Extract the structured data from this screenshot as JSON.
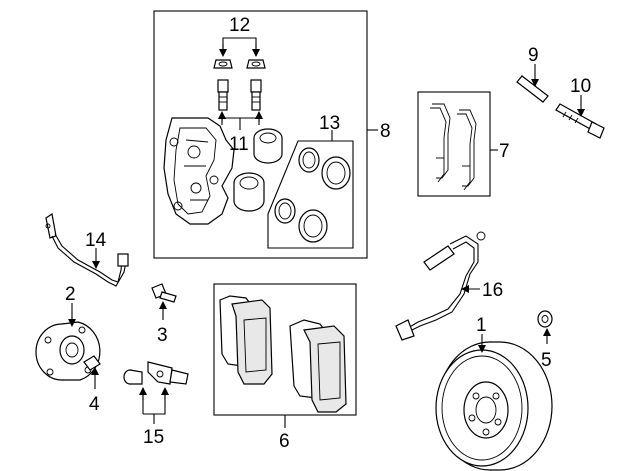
{
  "callouts": {
    "c1": "1",
    "c2": "2",
    "c3": "3",
    "c4": "4",
    "c5": "5",
    "c6": "6",
    "c7": "7",
    "c8": "8",
    "c9": "9",
    "c10": "10",
    "c11": "11",
    "c12": "12",
    "c13": "13",
    "c14": "14",
    "c15": "15",
    "c16": "16"
  },
  "icons": {
    "rotor": "brake-rotor-icon",
    "hub": "wheel-hub-icon",
    "caliper": "brake-caliper-icon",
    "pads": "brake-pad-icon",
    "sensor": "wear-sensor-icon"
  }
}
